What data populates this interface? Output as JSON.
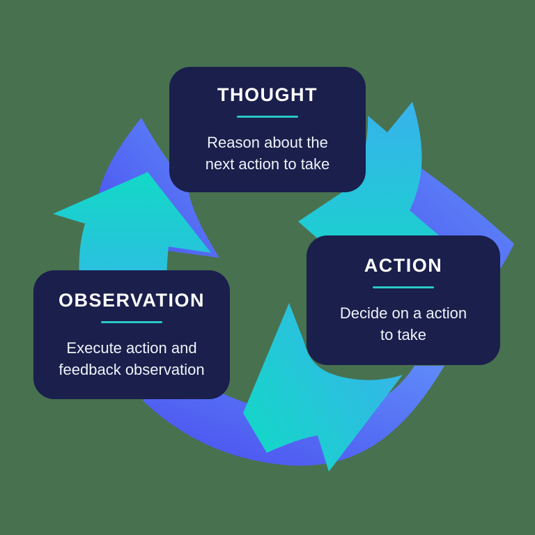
{
  "canvas": {
    "background_color": "#487150"
  },
  "diagram": {
    "type": "cycle",
    "direction": "clockwise",
    "card_color": "#1A1F4C",
    "text_color": "#F4F7FB",
    "underline_color": "#2AC8C6",
    "arrow_teal_gradient": {
      "from": "#38B2EC",
      "to": "#12D9C6"
    },
    "arrow_blue_gradient": {
      "from": "#4A4EEF",
      "to": "#5F8BF9"
    },
    "nodes": [
      {
        "id": "thought",
        "title": "THOUGHT",
        "line1": "Reason about the",
        "line2": "next action to take"
      },
      {
        "id": "action",
        "title": "ACTION",
        "line1": "Decide on a action",
        "line2": "to take"
      },
      {
        "id": "observation",
        "title": "OBSERVATION",
        "line1": "Execute action and",
        "line2": "feedback observation"
      }
    ]
  }
}
